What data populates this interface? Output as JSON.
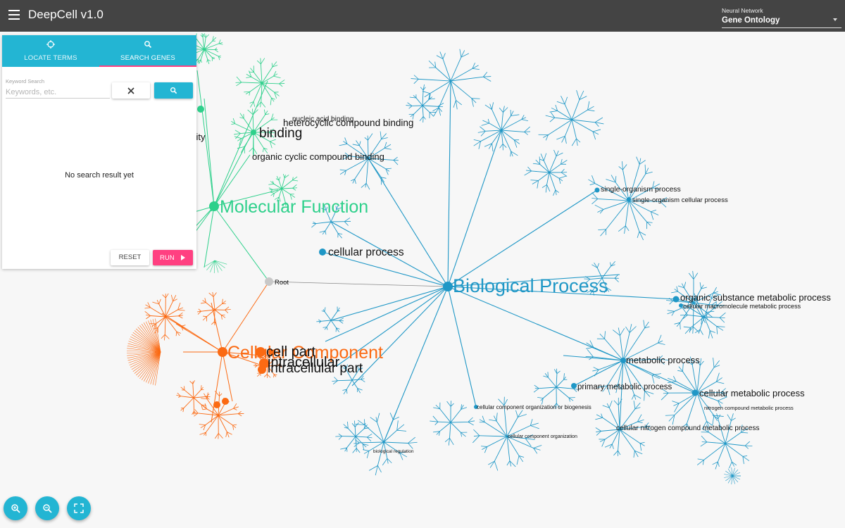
{
  "app": {
    "title": "DeepCell v1.0"
  },
  "network_selector": {
    "label": "Neural Network",
    "value": "Gene Ontology"
  },
  "panel": {
    "tabs": [
      {
        "label": "LOCATE TERMS",
        "active": false
      },
      {
        "label": "SEARCH GENES",
        "active": true
      }
    ],
    "keyword": {
      "label": "Keyword Search",
      "placeholder": "Keywords, etc.",
      "value": ""
    },
    "empty_message": "No search result yet",
    "reset_label": "RESET",
    "run_label": "RUN"
  },
  "graph": {
    "colors": {
      "biological": "#1f97c6",
      "molecular": "#2ed08b",
      "cellular": "#fb6a13",
      "root": "#c8c8c8"
    },
    "labels": [
      {
        "text": "Biological Process",
        "group": "biological",
        "size": "xl"
      },
      {
        "text": "Molecular Function",
        "group": "molecular",
        "size": "xl"
      },
      {
        "text": "Cellular Component",
        "group": "cellular",
        "size": "xl"
      },
      {
        "text": "Root",
        "group": "root",
        "size": "xs"
      },
      {
        "text": "binding",
        "group": "molecular",
        "size": "l"
      },
      {
        "text": "nucleic acid binding",
        "group": "molecular",
        "size": "s"
      },
      {
        "text": "heterocyclic compound binding",
        "group": "molecular",
        "size": "m"
      },
      {
        "text": "organic cyclic compound binding",
        "group": "molecular",
        "size": "m"
      },
      {
        "text": "vity",
        "group": "molecular",
        "size": "m"
      },
      {
        "text": "cellular process",
        "group": "biological",
        "size": "m"
      },
      {
        "text": "single-organism process",
        "group": "biological",
        "size": "s"
      },
      {
        "text": "single-organism cellular process",
        "group": "biological",
        "size": "s"
      },
      {
        "text": "organic substance metabolic process",
        "group": "biological",
        "size": "m"
      },
      {
        "text": "cellular macromolecule metabolic process",
        "group": "biological",
        "size": "s"
      },
      {
        "text": "metabolic process",
        "group": "biological",
        "size": "m"
      },
      {
        "text": "primary metabolic process",
        "group": "biological",
        "size": "m"
      },
      {
        "text": "cellular metabolic process",
        "group": "biological",
        "size": "m"
      },
      {
        "text": "cellular component organization or biogenesis",
        "group": "biological",
        "size": "xs"
      },
      {
        "text": "cellular component organization",
        "group": "biological",
        "size": "xs"
      },
      {
        "text": "cellular nitrogen compound metabolic process",
        "group": "biological",
        "size": "s"
      },
      {
        "text": "biological regulation",
        "group": "biological",
        "size": "xs"
      },
      {
        "text": "nitrogen compound metabolic process",
        "group": "biological",
        "size": "xs"
      },
      {
        "text": "cell part",
        "group": "cellular",
        "size": "l"
      },
      {
        "text": "intracellular",
        "group": "cellular",
        "size": "l"
      },
      {
        "text": "intracellular part",
        "group": "cellular",
        "size": "l"
      }
    ]
  },
  "zoom_controls": {
    "zoom_in": "zoom-in-icon",
    "zoom_out": "zoom-out-icon",
    "fit": "fit-screen-icon"
  }
}
